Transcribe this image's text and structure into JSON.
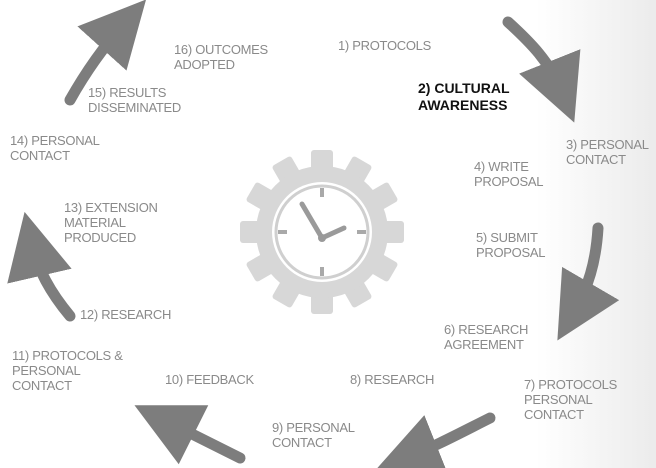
{
  "active_step": 2,
  "steps": [
    {
      "n": 1,
      "lines": [
        "1) PROTOCOLS"
      ]
    },
    {
      "n": 2,
      "lines": [
        "2) CULTURAL",
        "AWARENESS"
      ]
    },
    {
      "n": 3,
      "lines": [
        "3) PERSONAL",
        "CONTACT"
      ]
    },
    {
      "n": 4,
      "lines": [
        "4) WRITE",
        "PROPOSAL"
      ]
    },
    {
      "n": 5,
      "lines": [
        "5) SUBMIT",
        "PROPOSAL"
      ]
    },
    {
      "n": 6,
      "lines": [
        "6) RESEARCH",
        "AGREEMENT"
      ]
    },
    {
      "n": 7,
      "lines": [
        "7) PROTOCOLS",
        "PERSONAL",
        "CONTACT"
      ]
    },
    {
      "n": 8,
      "lines": [
        "8) RESEARCH"
      ]
    },
    {
      "n": 9,
      "lines": [
        "9) PERSONAL",
        "CONTACT"
      ]
    },
    {
      "n": 10,
      "lines": [
        "10) FEEDBACK"
      ]
    },
    {
      "n": 11,
      "lines": [
        "11) PROTOCOLS &",
        "PERSONAL",
        "CONTACT"
      ]
    },
    {
      "n": 12,
      "lines": [
        "12) RESEARCH"
      ]
    },
    {
      "n": 13,
      "lines": [
        "13) EXTENSION",
        "MATERIAL",
        "PRODUCED"
      ]
    },
    {
      "n": 14,
      "lines": [
        "14) PERSONAL",
        "CONTACT"
      ]
    },
    {
      "n": 15,
      "lines": [
        "15) RESULTS",
        "DISSEMINATED"
      ]
    },
    {
      "n": 16,
      "lines": [
        "16) OUTCOMES",
        "ADOPTED"
      ]
    }
  ],
  "colors": {
    "text": "#8a8a8a",
    "active_text": "#111111",
    "arrow": "#7d7d7d",
    "clock_gear": "#d7d7d7",
    "clock_hand": "#9a9a9a"
  },
  "icons": [
    "clock-gear-icon",
    "cycle-arrow-icon"
  ]
}
